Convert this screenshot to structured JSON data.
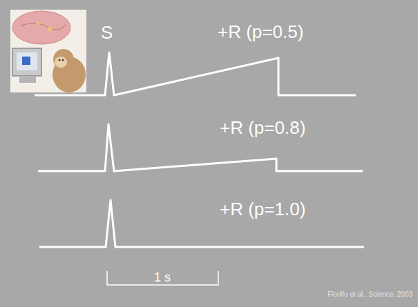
{
  "diagram": {
    "labels": [
      "S",
      "+R (p=0.5)",
      "+R (p=0.8)",
      "+R (p=1.0)",
      "1 s",
      "Fiorillo et al., Science, 2003"
    ]
  }
}
